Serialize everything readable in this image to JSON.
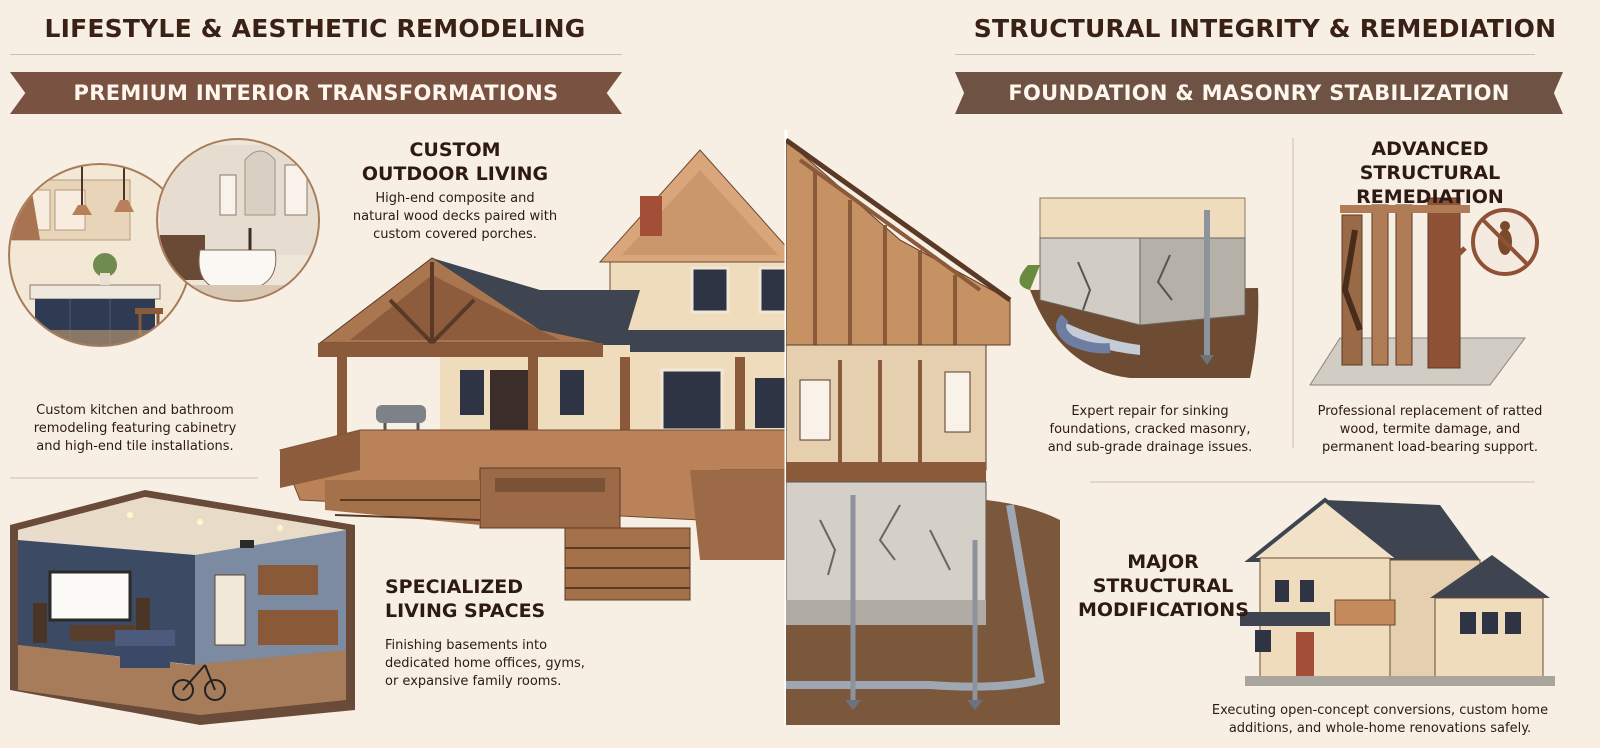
{
  "left": {
    "heading": "LIFESTYLE & AESTHETIC REMODELING",
    "banner": "PREMIUM INTERIOR TRANSFORMATIONS",
    "interior": {
      "desc": [
        "Custom kitchen and bathroom",
        "remodeling featuring cabinetry",
        "and high-end tile installations."
      ]
    },
    "outdoor": {
      "title": [
        "CUSTOM",
        "OUTDOOR LIVING"
      ],
      "desc": [
        "High-end composite and",
        "natural wood decks paired with",
        "custom covered porches."
      ]
    },
    "spaces": {
      "title": [
        "SPECIALIZED",
        "LIVING SPACES"
      ],
      "desc": [
        "Finishing basements into",
        "dedicated home offices, gyms,",
        "or expansive family rooms."
      ]
    }
  },
  "right": {
    "heading": "STRUCTURAL INTEGRITY & REMEDIATION",
    "banner": "FOUNDATION & MASONRY STABILIZATION",
    "foundation": {
      "desc": [
        "Expert repair for sinking",
        "foundations, cracked masonry,",
        "and sub-grade drainage issues."
      ]
    },
    "advanced": {
      "title": [
        "ADVANCED STRUCTURAL",
        "REMEDIATION"
      ],
      "desc": [
        "Professional replacement of ratted",
        "wood, termite damage, and",
        "permanent load-bearing support."
      ]
    },
    "major": {
      "title": [
        "MAJOR",
        "STRUCTURAL",
        "MODIFICATIONS"
      ],
      "desc": [
        "Executing open-concept conversions, custom home",
        "additions, and whole-home renovations safely."
      ]
    }
  },
  "colors": {
    "background": "#f8efe4",
    "banner": "#7a5241",
    "wood": "#a9764f",
    "roof": "#3e4550",
    "siding": "#efdcbc",
    "soil": "#7b573c"
  }
}
